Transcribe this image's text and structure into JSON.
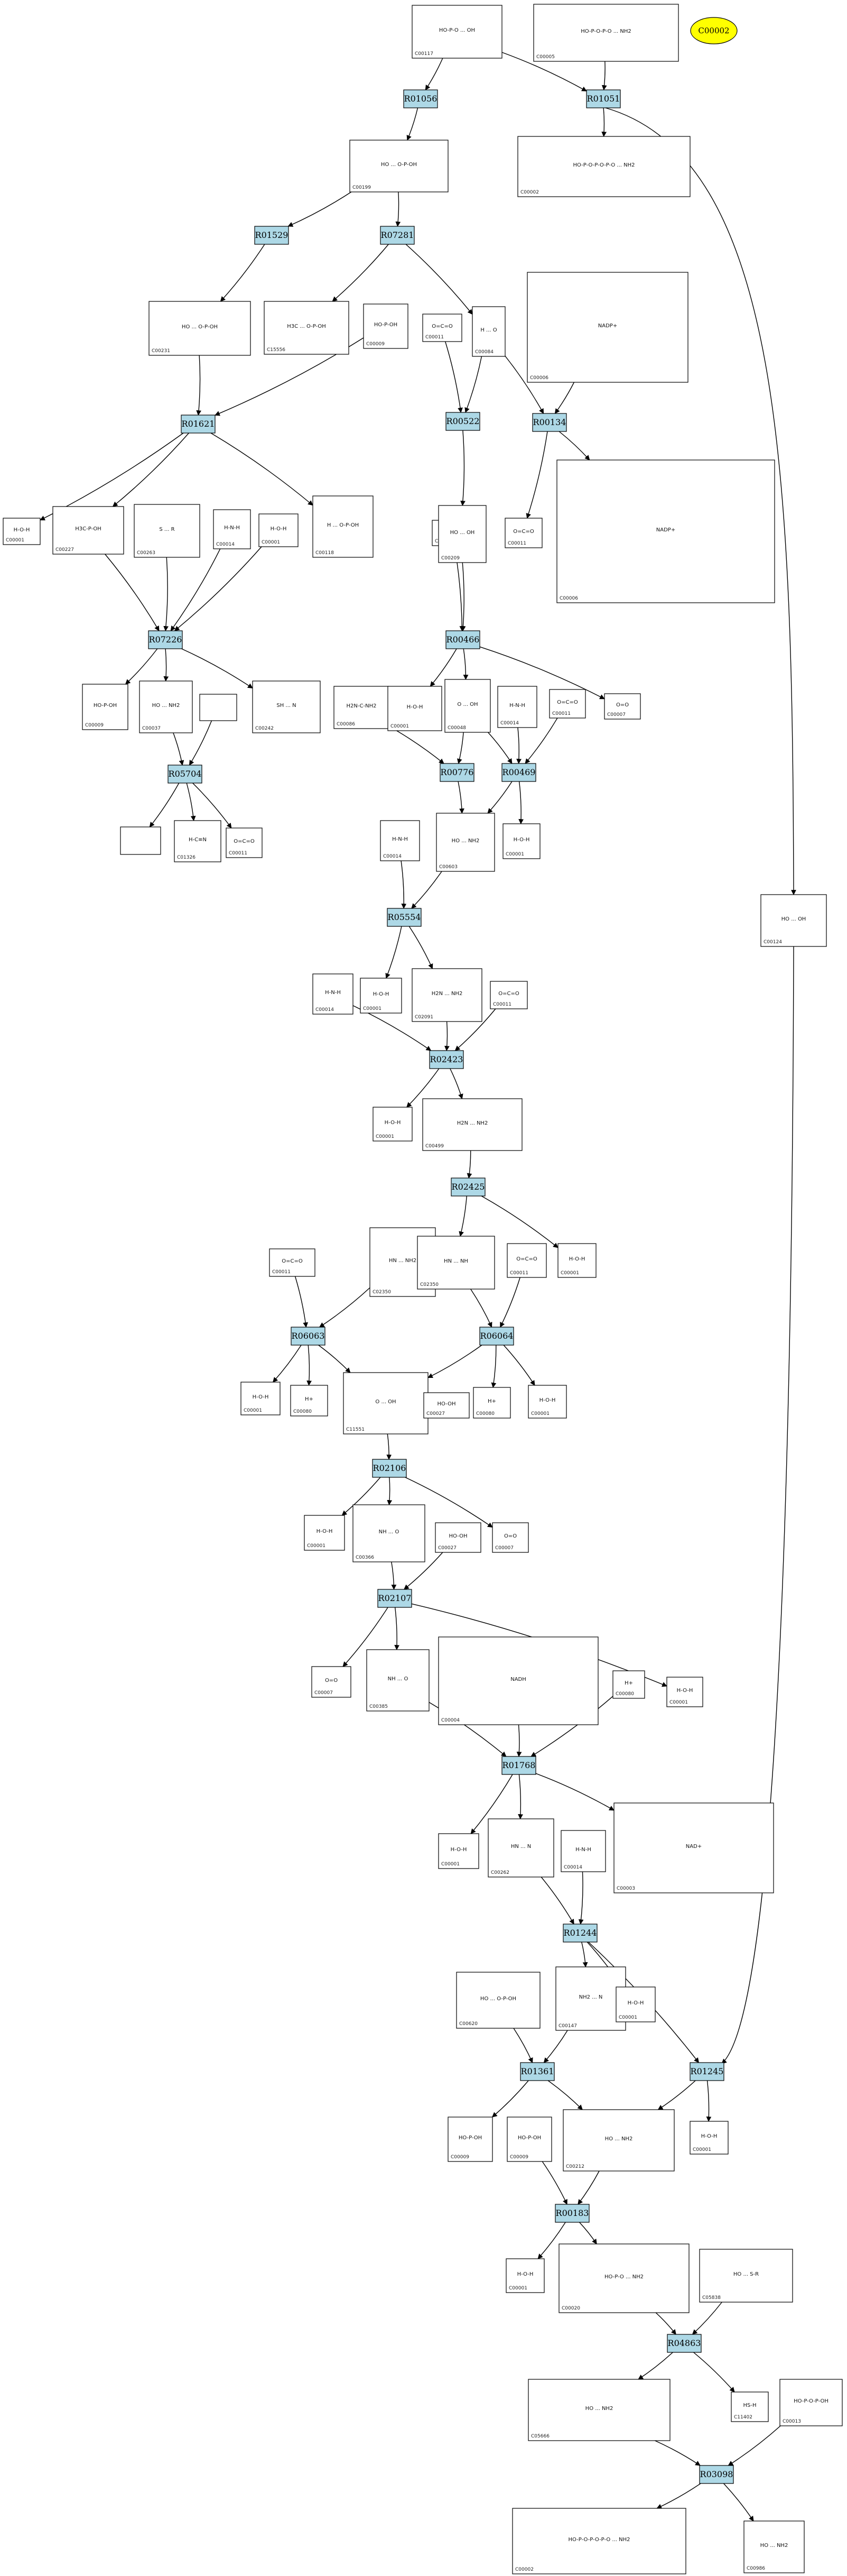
{
  "colors": {
    "reaction_fill": "#add8e6",
    "highlight_fill": "#ffff00",
    "edge": "#000000"
  },
  "highlight": {
    "label": "C00002"
  },
  "reactions": [
    {
      "id": "R01056",
      "label": "R01056"
    },
    {
      "id": "R01051",
      "label": "R01051"
    },
    {
      "id": "R01529",
      "label": "R01529"
    },
    {
      "id": "R07281",
      "label": "R07281"
    },
    {
      "id": "R01621",
      "label": "R01621"
    },
    {
      "id": "R00522",
      "label": "R00522"
    },
    {
      "id": "R00134",
      "label": "R00134"
    },
    {
      "id": "R07226",
      "label": "R07226"
    },
    {
      "id": "R00466",
      "label": "R00466"
    },
    {
      "id": "R05704",
      "label": "R05704"
    },
    {
      "id": "R00776",
      "label": "R00776"
    },
    {
      "id": "R00469",
      "label": "R00469"
    },
    {
      "id": "R05554",
      "label": "R05554"
    },
    {
      "id": "R02423",
      "label": "R02423"
    },
    {
      "id": "R02425",
      "label": "R02425"
    },
    {
      "id": "R06063",
      "label": "R06063"
    },
    {
      "id": "R06064",
      "label": "R06064"
    },
    {
      "id": "R02106",
      "label": "R02106"
    },
    {
      "id": "R02107",
      "label": "R02107"
    },
    {
      "id": "R01768",
      "label": "R01768"
    },
    {
      "id": "R01244",
      "label": "R01244"
    },
    {
      "id": "R01361",
      "label": "R01361"
    },
    {
      "id": "R01245",
      "label": "R01245"
    },
    {
      "id": "R00183",
      "label": "R00183"
    },
    {
      "id": "R04863",
      "label": "R04863"
    },
    {
      "id": "R03098",
      "label": "R03098"
    }
  ],
  "compounds": [
    {
      "id": "c117",
      "label": "C00117",
      "formula": "HO-P-O ... OH"
    },
    {
      "id": "c005",
      "label": "C00005",
      "formula": "HO-P-O-P-O ... NH2"
    },
    {
      "id": "c199",
      "label": "C00199",
      "formula": "HO ... O-P-OH"
    },
    {
      "id": "c002a",
      "label": "C00002",
      "formula": "HO-P-O-P-O-P-O ... NH2"
    },
    {
      "id": "c231",
      "label": "C00231",
      "formula": "HO ... O-P-OH"
    },
    {
      "id": "c15556",
      "label": "C15556",
      "formula": "H3C ... O-P-OH"
    },
    {
      "id": "c009a",
      "label": "C00009",
      "formula": "HO-P-OH"
    },
    {
      "id": "c011a",
      "label": "C00011",
      "formula": "O=C=O"
    },
    {
      "id": "c084",
      "label": "C00084",
      "formula": "H ... O"
    },
    {
      "id": "c006a",
      "label": "C00006",
      "formula": "NADP+"
    },
    {
      "id": "c001a",
      "label": "C00001",
      "formula": "H-O-H"
    },
    {
      "id": "c227",
      "label": "C00227",
      "formula": "H3C-P-OH"
    },
    {
      "id": "c263",
      "label": "C00263",
      "formula": "S ... R"
    },
    {
      "id": "c014a",
      "label": "C00014",
      "formula": "H-N-H"
    },
    {
      "id": "c001b",
      "label": "C00001",
      "formula": "H-O-H"
    },
    {
      "id": "c118",
      "label": "C00118",
      "formula": "H ... O-P-OH"
    },
    {
      "id": "c027a",
      "label": "C00027",
      "formula": "HO-OH"
    },
    {
      "id": "c209",
      "label": "C00209",
      "formula": "HO ... OH"
    },
    {
      "id": "c011b",
      "label": "C00011",
      "formula": "O=C=O"
    },
    {
      "id": "c006b",
      "label": "C00006",
      "formula": "NADP+"
    },
    {
      "id": "c009b",
      "label": "C00009",
      "formula": "HO-P-OH"
    },
    {
      "id": "c037",
      "label": "C00037",
      "formula": "HO ... NH2"
    },
    {
      "id": "blank1",
      "label": "",
      "formula": ""
    },
    {
      "id": "c242",
      "label": "C00242",
      "formula": "SH ... N"
    },
    {
      "id": "c086",
      "label": "C00086",
      "formula": "H2N-C-NH2"
    },
    {
      "id": "c001c",
      "label": "C00001",
      "formula": "H-O-H"
    },
    {
      "id": "c048",
      "label": "C00048",
      "formula": "O ... OH"
    },
    {
      "id": "c014b",
      "label": "C00014",
      "formula": "H-N-H"
    },
    {
      "id": "c011c",
      "label": "C00011",
      "formula": "O=C=O"
    },
    {
      "id": "c007a",
      "label": "C00007",
      "formula": "O=O"
    },
    {
      "id": "blank2",
      "label": "",
      "formula": ""
    },
    {
      "id": "c1326",
      "label": "C01326",
      "formula": "H-C≡N"
    },
    {
      "id": "c011d",
      "label": "C00011",
      "formula": "O=C=O"
    },
    {
      "id": "c014c",
      "label": "C00014",
      "formula": "H-N-H"
    },
    {
      "id": "c603",
      "label": "C00603",
      "formula": "HO ... NH2"
    },
    {
      "id": "c001d",
      "label": "C00001",
      "formula": "H-O-H"
    },
    {
      "id": "c124",
      "label": "C00124",
      "formula": "HO ... OH"
    },
    {
      "id": "c014d",
      "label": "C00014",
      "formula": "H-N-H"
    },
    {
      "id": "c001e",
      "label": "C00001",
      "formula": "H-O-H"
    },
    {
      "id": "c2091",
      "label": "C02091",
      "formula": "H2N ... NH2"
    },
    {
      "id": "c011e",
      "label": "C00011",
      "formula": "O=C=O"
    },
    {
      "id": "c001f",
      "label": "C00001",
      "formula": "H-O-H"
    },
    {
      "id": "c499",
      "label": "C00499",
      "formula": "H2N ... NH2"
    },
    {
      "id": "c011f",
      "label": "C00011",
      "formula": "O=C=O"
    },
    {
      "id": "c2350",
      "label": "C02350",
      "formula": "HN ... NH2"
    },
    {
      "id": "c2350b",
      "label": "C02350",
      "formula": "HN ... NH"
    },
    {
      "id": "c011g",
      "label": "C00011",
      "formula": "O=C=O"
    },
    {
      "id": "c001g",
      "label": "C00001",
      "formula": "H-O-H"
    },
    {
      "id": "c001h",
      "label": "C00001",
      "formula": "H-O-H"
    },
    {
      "id": "c080a",
      "label": "C00080",
      "formula": "H+"
    },
    {
      "id": "c1551",
      "label": "C11551",
      "formula": "O ... OH"
    },
    {
      "id": "c027b",
      "label": "C00027",
      "formula": "HO-OH"
    },
    {
      "id": "c080b",
      "label": "C00080",
      "formula": "H+"
    },
    {
      "id": "c001i",
      "label": "C00001",
      "formula": "H-O-H"
    },
    {
      "id": "c001j",
      "label": "C00001",
      "formula": "H-O-H"
    },
    {
      "id": "c366",
      "label": "C00366",
      "formula": "NH ... O"
    },
    {
      "id": "c027c",
      "label": "C00027",
      "formula": "HO-OH"
    },
    {
      "id": "c007b",
      "label": "C00007",
      "formula": "O=O"
    },
    {
      "id": "c007c",
      "label": "C00007",
      "formula": "O=O"
    },
    {
      "id": "c385",
      "label": "C00385",
      "formula": "NH ... O"
    },
    {
      "id": "c004",
      "label": "C00004",
      "formula": "NADH"
    },
    {
      "id": "c080c",
      "label": "C00080",
      "formula": "H+"
    },
    {
      "id": "c001k",
      "label": "C00001",
      "formula": "H-O-H"
    },
    {
      "id": "c001l",
      "label": "C00001",
      "formula": "H-O-H"
    },
    {
      "id": "c262",
      "label": "C00262",
      "formula": "HN ... N"
    },
    {
      "id": "c014e",
      "label": "C00014",
      "formula": "H-N-H"
    },
    {
      "id": "c003",
      "label": "C00003",
      "formula": "NAD+"
    },
    {
      "id": "c620",
      "label": "C00620",
      "formula": "HO ... O-P-OH"
    },
    {
      "id": "c147",
      "label": "C00147",
      "formula": "NH2 ... N"
    },
    {
      "id": "c001m",
      "label": "C00001",
      "formula": "H-O-H"
    },
    {
      "id": "c009c",
      "label": "C00009",
      "formula": "HO-P-OH"
    },
    {
      "id": "c009d",
      "label": "C00009",
      "formula": "HO-P-OH"
    },
    {
      "id": "c212",
      "label": "C00212",
      "formula": "HO ... NH2"
    },
    {
      "id": "c001n",
      "label": "C00001",
      "formula": "H-O-H"
    },
    {
      "id": "c001o",
      "label": "C00001",
      "formula": "H-O-H"
    },
    {
      "id": "c020",
      "label": "C00020",
      "formula": "HO-P-O ... NH2"
    },
    {
      "id": "c5838",
      "label": "C05838",
      "formula": "HO ... S-R"
    },
    {
      "id": "c5666",
      "label": "C05666",
      "formula": "HO ... NH2"
    },
    {
      "id": "c1402",
      "label": "C11402",
      "formula": "HS-H"
    },
    {
      "id": "c0013",
      "label": "C00013",
      "formula": "HO-P-O-P-OH"
    },
    {
      "id": "c002b",
      "label": "C00002",
      "formula": "HO-P-O-P-O-P-O ... NH2"
    },
    {
      "id": "c0986",
      "label": "C00986",
      "formula": "HO ... NH2"
    }
  ]
}
